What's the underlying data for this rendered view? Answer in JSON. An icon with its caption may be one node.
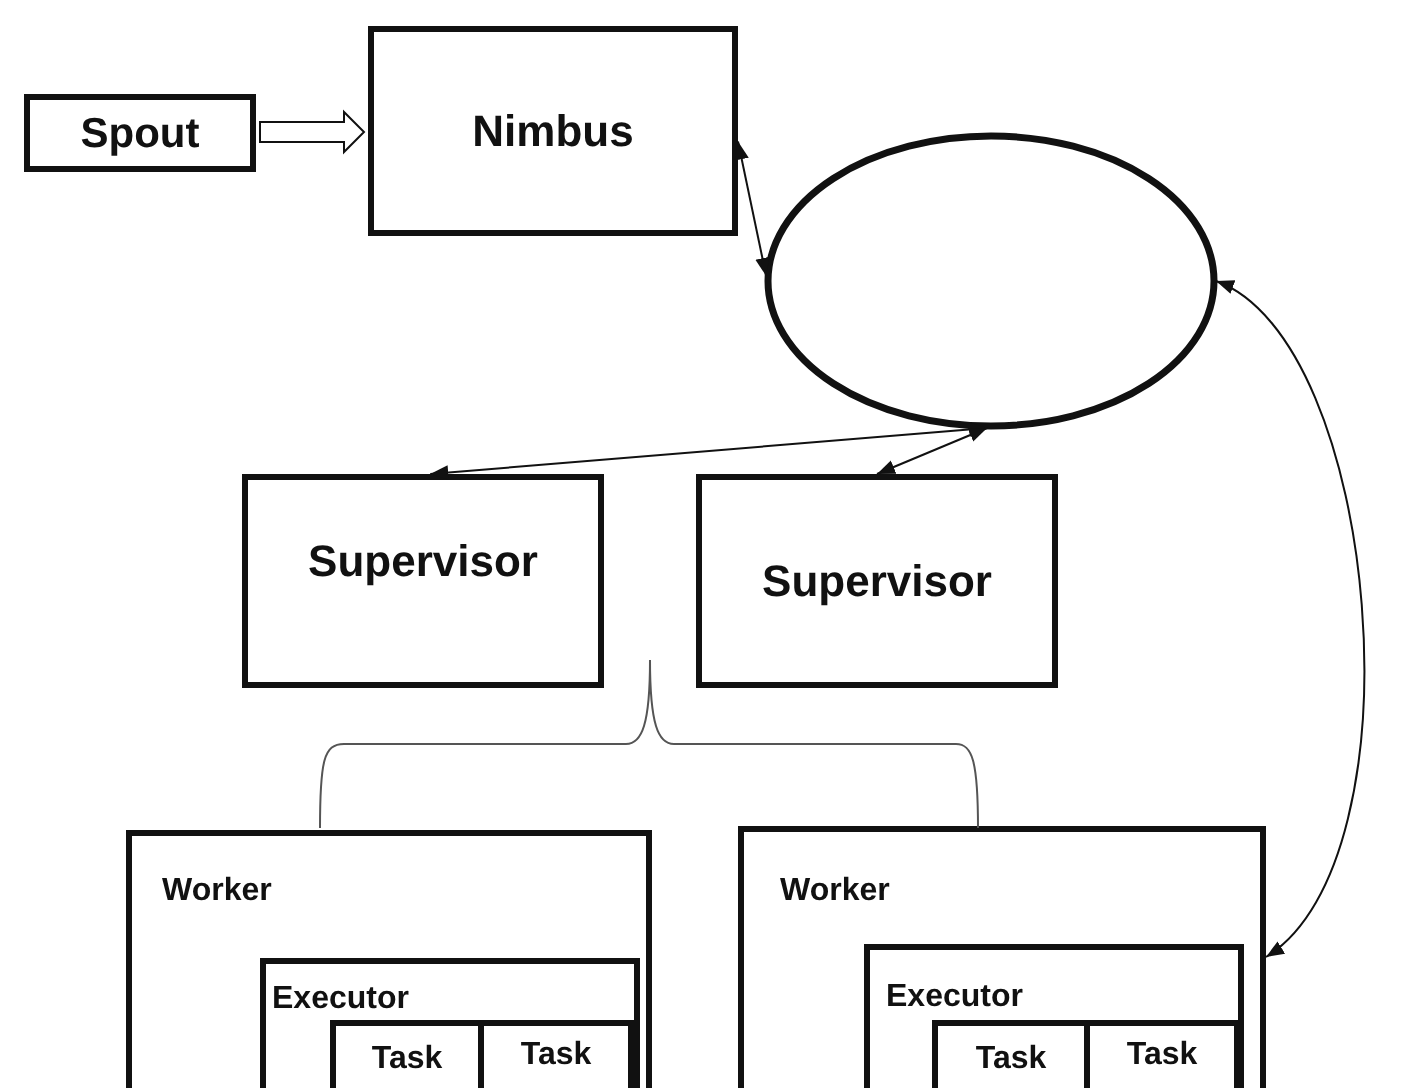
{
  "diagram": {
    "nodes": [
      {
        "text": [
          "Spout"
        ]
      },
      {
        "text": [
          "Nimbus"
        ]
      },
      {
        "text": [],
        "shape": "ellipse"
      },
      {
        "text": [
          "Supervisor"
        ]
      },
      {
        "text": [
          "Supervisor"
        ]
      },
      {
        "text": [
          "Worker"
        ]
      },
      {
        "text": [
          "Executor"
        ],
        "in": 5
      },
      {
        "text": [
          "Task"
        ],
        "in": 6
      },
      {
        "text": [
          "Task"
        ],
        "in": 6
      },
      {
        "text": [
          "Worker"
        ]
      },
      {
        "text": [
          "Executor"
        ],
        "in": 9
      },
      {
        "text": [
          "Task"
        ],
        "in": 10
      },
      {
        "text": [
          "Task"
        ],
        "in": 10
      }
    ],
    "edges": [
      {
        "from": 0,
        "to": 1,
        "arrow": "to",
        "style": "thick"
      },
      {
        "from": 1,
        "to": 2,
        "arrow": "both"
      },
      {
        "from": 2,
        "to": 3,
        "arrow": "both"
      },
      {
        "from": 2,
        "to": 4,
        "arrow": "both"
      },
      {
        "from": 2,
        "to": 9,
        "arrow": "both"
      }
    ]
  }
}
